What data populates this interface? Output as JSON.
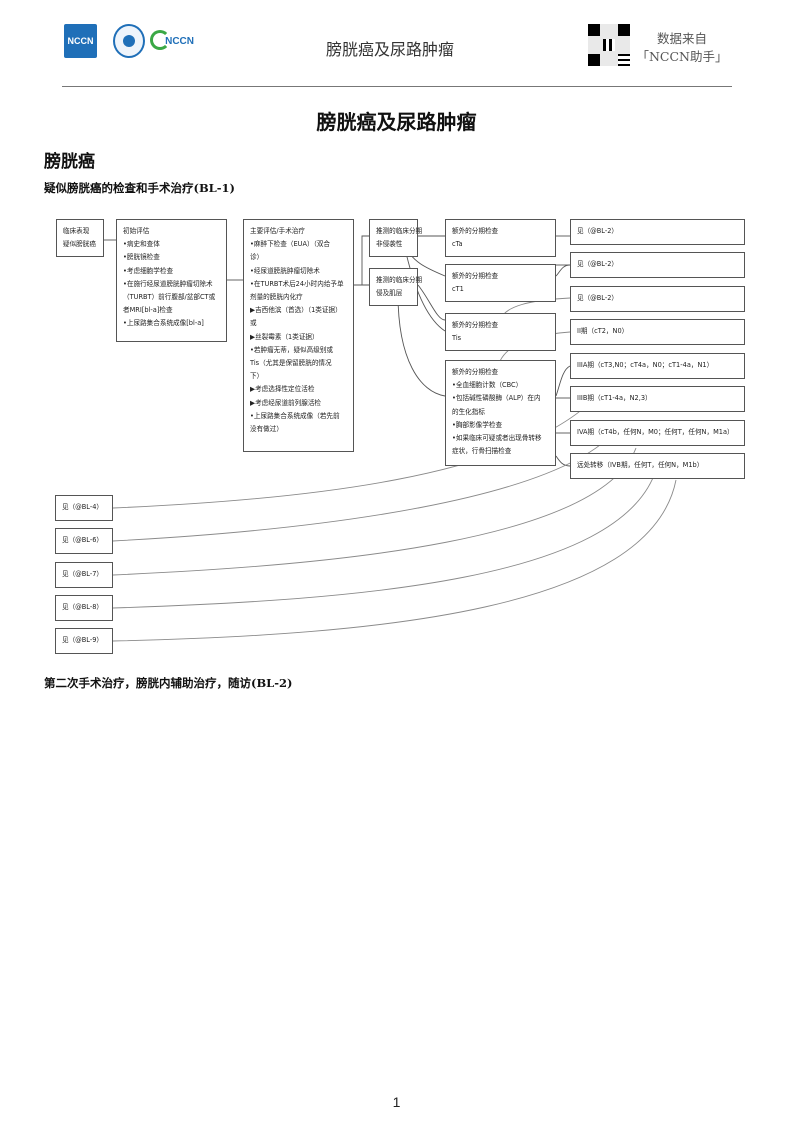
{
  "header": {
    "logo_text": "NCCN",
    "logo_green_text": "NCCN",
    "title": "膀胱癌及尿路肿瘤",
    "source_line1": "数据来自",
    "source_line2": "「NCCN助手」"
  },
  "doc_title": "膀胱癌及尿路肿瘤",
  "section_title": "膀胱癌",
  "sub_heading_1": "疑似膀胱癌的检查和手术治疗(BL-1)",
  "sub_heading_2": "第二次手术治疗，膀胱内辅助治疗，随访(BL-2)",
  "flow": {
    "clinical": [
      "临床表现",
      "疑似膀胱癌"
    ],
    "initial": [
      "初始评估",
      "•病史和查体",
      "•膀胱镜检查",
      "•考虑细胞学检查",
      "•在施行经尿道膀胱肿瘤切除术",
      "（TURBT）前行腹部/盆部CT或",
      "者MRI[bl-a]检查",
      "•上尿路集合系统成像[bl-a]"
    ],
    "primary": [
      "主要评估/手术治疗",
      "•麻醉下检查（EUA）（双合",
      "诊）",
      "•经尿道膀胱肿瘤切除术",
      "•在TURBT术后24小时内给予单",
      "剂量的膀胱内化疗",
      "▶吉西他滨（首选）（1类证据）",
      "或",
      "▶丝裂霉素（1类证据）",
      "•若肿瘤无蒂，疑似高级别或",
      "Tis（尤其是保留膀胱的情况",
      "下）",
      "▶考虑选择性定位活检",
      "▶考虑经尿道前列腺活检",
      "•上尿路集合系统成像（若先前",
      "没有做过）"
    ],
    "stage_non_invasive": [
      "推测的临床分期",
      "非侵袭性"
    ],
    "stage_invasive": [
      "推测的临床分期",
      "侵及肌层"
    ],
    "extra_cta": [
      "额外的分期检查",
      "cTa"
    ],
    "extra_ct1": [
      "额外的分期检查",
      "cT1"
    ],
    "extra_tis": [
      "额外的分期检查",
      "Tis"
    ],
    "extra_big": [
      "额外的分期检查",
      "•全血细胞计数（CBC）",
      "•包括碱性磷酸酶（ALP）在内",
      "的生化指标",
      "•胸部影像学检查",
      "•如果临床可疑或者出现骨转移",
      "症状，行骨扫描检查"
    ],
    "right": [
      "见（@BL-2）",
      "见（@BL-2）",
      "见（@BL-2）",
      "II期（cT2，N0）",
      "IIIA期（cT3,N0；cT4a，N0；cT1-4a，N1）",
      "IIIB期（cT1-4a，N2,3）",
      "IVA期（cT4b，任何N，M0；任何T，任何N，M1a）",
      "远处转移（IVB期，任何T，任何N，M1b）"
    ],
    "left": [
      "见（@BL-4）",
      "见（@BL-6）",
      "见（@BL-7）",
      "见（@BL-8）",
      "见（@BL-9）"
    ]
  },
  "page_number": "1"
}
